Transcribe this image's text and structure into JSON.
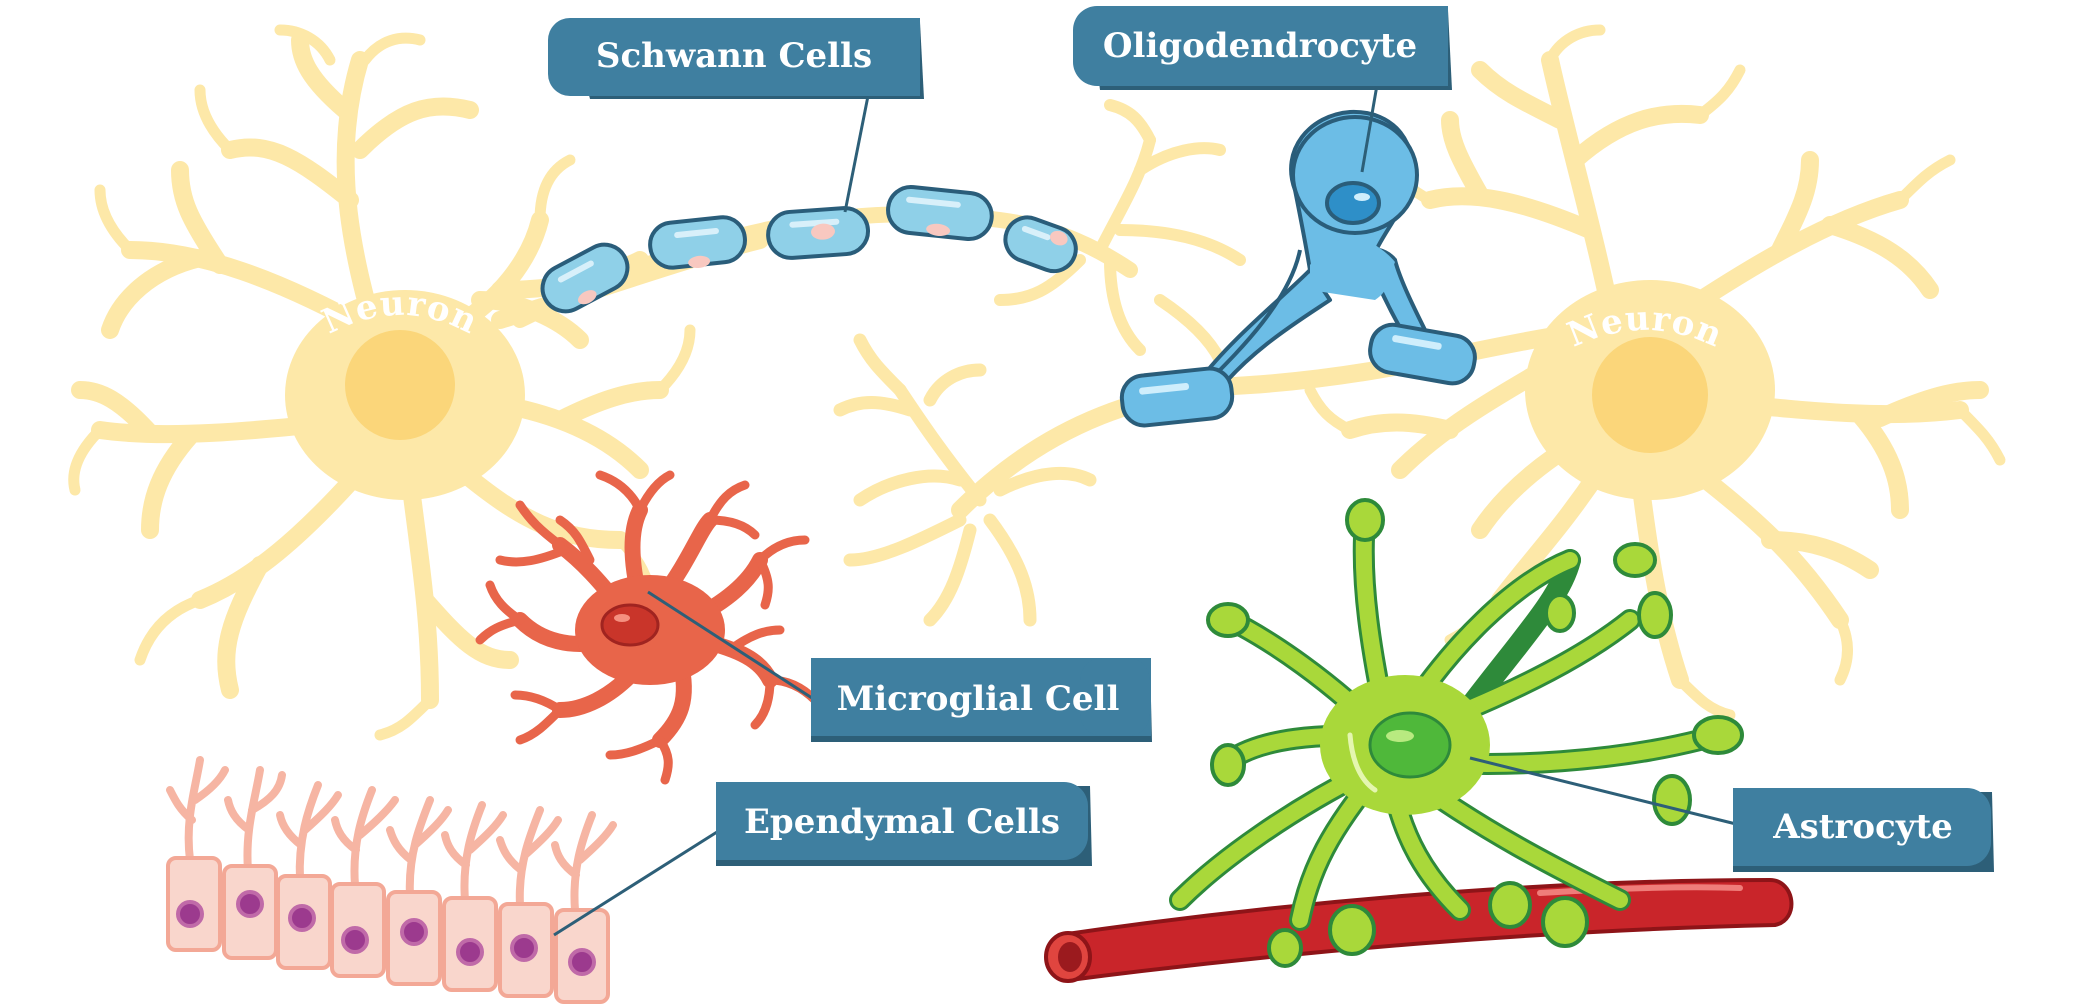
{
  "labels": {
    "schwann": "Schwann Cells",
    "oligodendrocyte": "Oligodendrocyte",
    "microglial": "Microglial Cell",
    "ependymal": "Ependymal Cells",
    "astrocyte": "Astrocyte",
    "neuron_left": "Neuron",
    "neuron_right": "Neuron"
  },
  "colors": {
    "label_box": "#3f7fa0",
    "label_box_shadow": "#2d5f78",
    "neuron": "#fde8a8",
    "neuron_nucleus": "#fbd67a",
    "schwann": "#8fd0e8",
    "oligodendrocyte": "#6cbde6",
    "microglia": "#e8654a",
    "astrocyte": "#a9d83a",
    "blood_vessel": "#c9252a",
    "ependymal": "#f9d6cc"
  }
}
